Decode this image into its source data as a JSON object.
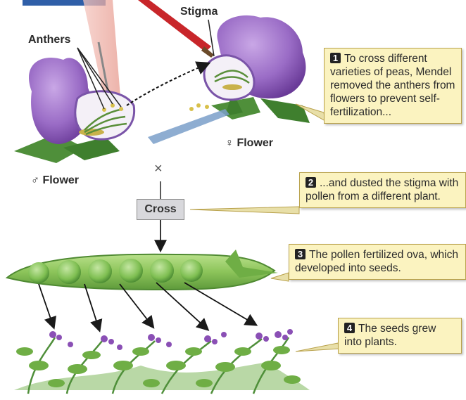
{
  "labels": {
    "anthers": "Anthers",
    "stigma": "Stigma",
    "male_flower": "♂ Flower",
    "female_flower": "♀ Flower",
    "cross_symbol": "×",
    "cross": "Cross"
  },
  "steps": [
    {
      "number": "1",
      "text": "To cross different varieties of peas, Mendel removed the anthers from flowers to prevent self-fertilization..."
    },
    {
      "number": "2",
      "text": "...and dusted the stigma with pollen from a different plant."
    },
    {
      "number": "3",
      "text": "The pollen fertilized ova, which developed into seeds."
    },
    {
      "number": "4",
      "text": "The seeds grew into plants."
    }
  ],
  "colors": {
    "petal": "#9b6fc6",
    "petal_dark": "#6e3f9e",
    "leaf": "#4f8f3a",
    "pod": "#8cc45a",
    "pea": "#74b84a",
    "callout_bg": "#fbf3c0"
  }
}
